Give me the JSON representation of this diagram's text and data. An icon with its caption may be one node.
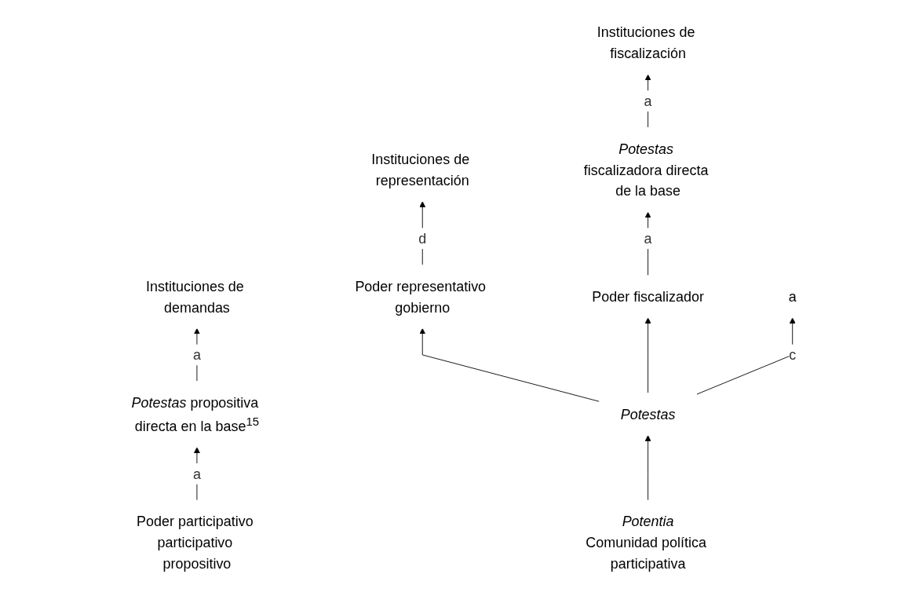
{
  "diagram": {
    "nodes": [
      {
        "text": [
          "Instituciones de demandas"
        ]
      },
      {
        "text": [
          "Instituciones de representación"
        ]
      },
      {
        "text": [
          "Instituciones de fiscalización"
        ]
      },
      {
        "text": [
          "*Potestas* propositiva directa en la base$^{15}$"
        ]
      },
      {
        "text": [
          "*Potestas* fiscalizadora directa de la base"
        ]
      },
      {
        "text": [
          "Poder participativo participativo propositivo"
        ]
      },
      {
        "text": [
          "Poder representativo gobierno"
        ]
      },
      {
        "text": [
          "Poder fiscalizador"
        ]
      },
      {
        "text": [
          "a"
        ]
      },
      {
        "text": [
          "Potestas"
        ]
      },
      {
        "text": [
          "Potentia",
          "Comunidad política participativa"
        ]
      }
    ],
    "edges": [
      {
        "from": 3,
        "to": 0,
        "arrow": "to",
        "label": "a"
      },
      {
        "from": 5,
        "to": 3,
        "arrow": "to",
        "label": "a"
      },
      {
        "from": 6,
        "to": 1,
        "arrow": "to",
        "label": "d"
      },
      {
        "from": 4,
        "to": 2,
        "arrow": "to",
        "label": "a"
      },
      {
        "from": 7,
        "to": 4,
        "arrow": "to",
        "label": "a"
      },
      {
        "from": 9,
        "to": 8,
        "arrow": "to",
        "label": "c"
      },
      {
        "from": 9,
        "to": 6,
        "arrow": "to"
      },
      {
        "from": 9,
        "to": 7,
        "arrow": "to"
      },
      {
        "from": 10,
        "to": 9,
        "arrow": "to"
      }
    ]
  }
}
